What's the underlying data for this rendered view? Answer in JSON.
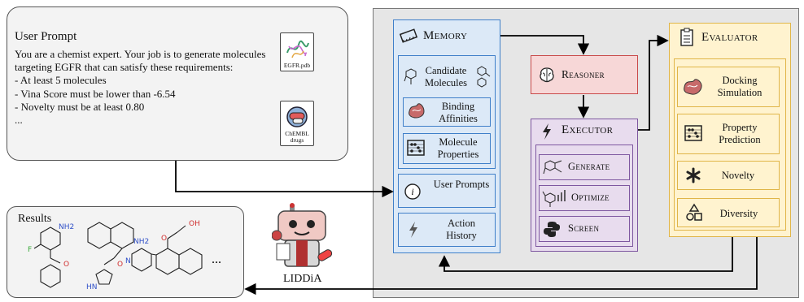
{
  "prompt": {
    "title": "User Prompt",
    "text": "You are a chemist expert. Your job is to generate molecules targeting EGFR that can satisfy these requirements:\n- At least 5 molecules\n- Vina Score must be lower than -6.54\n- Novelty must be at least 0.80\n...",
    "files": [
      "EGFR.pdb",
      "ChEMBL drugs"
    ]
  },
  "results": {
    "title": "Results",
    "ellipsis": "...",
    "atoms": [
      "NH2",
      "F",
      "O",
      "NH2",
      "O",
      "HN",
      "OH",
      "O",
      "N"
    ]
  },
  "agent": {
    "name": "LIDDiA"
  },
  "memory": {
    "title": "Memory",
    "items": [
      "Candidate Molecules",
      "Binding Affinities",
      "Molecule Properties",
      "User Prompts",
      "Action History"
    ]
  },
  "reasoner": {
    "title": "Reasoner"
  },
  "executor": {
    "title": "Executor",
    "actions": [
      "Generate",
      "Optimize",
      "Screen"
    ]
  },
  "evaluator": {
    "title": "Evaluator",
    "items": [
      "Docking Simulation",
      "Property Prediction",
      "Novelty",
      "Diversity"
    ]
  },
  "icons": [
    "memory-chip-icon",
    "molecule-icon",
    "protein-icon",
    "abacus-icon",
    "info-icon",
    "lightning-icon",
    "brain-icon",
    "generate-icon",
    "optimize-icon",
    "python-icon",
    "clipboard-icon",
    "asterisk-icon",
    "shapes-icon",
    "robot-icon"
  ],
  "colors": {
    "memory": "#dce9f7",
    "reasoner": "#f7d7d7",
    "executor": "#e8dcee",
    "evaluator": "#fff3cf",
    "panel": "#e6e6e6"
  }
}
